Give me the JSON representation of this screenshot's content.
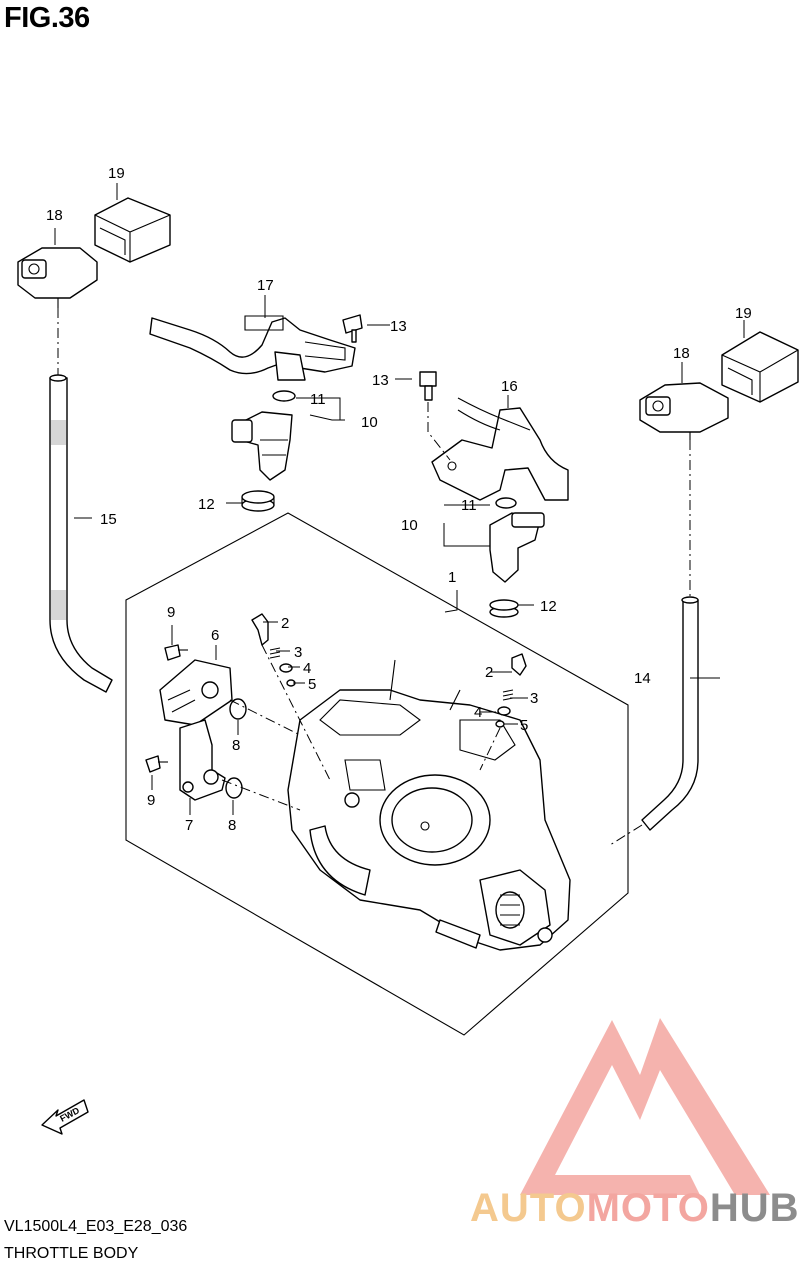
{
  "figure": {
    "title": "FIG.36"
  },
  "footer": {
    "model_code": "VL1500L4_E03_E28_036",
    "caption": "THROTTLE BODY"
  },
  "watermark": {
    "part1": "AUTO",
    "part2": "MOTO",
    "part3": "HUB",
    "colors": {
      "auto": "#f4c98f",
      "moto": "#f3a6a0",
      "hub": "#8c8c8c",
      "logo": "#f3a6a0"
    }
  },
  "fwd_arrow": {
    "label": "FWD"
  },
  "callouts": {
    "c1": "1",
    "c2a": "2",
    "c2b": "2",
    "c3a": "3",
    "c3b": "3",
    "c4a": "4",
    "c4b": "4",
    "c5a": "5",
    "c5b": "5",
    "c6": "6",
    "c7": "7",
    "c8a": "8",
    "c8b": "8",
    "c9a": "9",
    "c9b": "9",
    "c10a": "10",
    "c10b": "10",
    "c11a": "11",
    "c11b": "11",
    "c12a": "12",
    "c12b": "12",
    "c13a": "13",
    "c13b": "13",
    "c14": "14",
    "c15": "15",
    "c16": "16",
    "c17": "17",
    "c18a": "18",
    "c18b": "18",
    "c19a": "19",
    "c19b": "19"
  }
}
